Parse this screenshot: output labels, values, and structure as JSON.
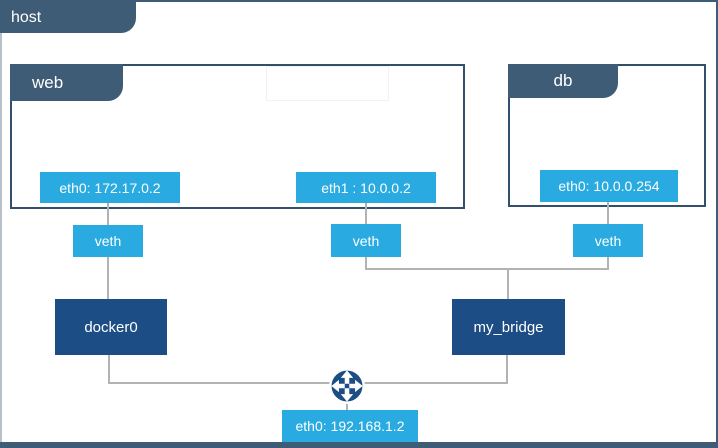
{
  "diagram": {
    "title": "docker-networking-topology",
    "host": {
      "label": "host",
      "interface": {
        "label": "eth0: 192.168.1.2"
      }
    },
    "containers": [
      {
        "id": "web",
        "label": "web",
        "interfaces": [
          {
            "label": "eth0: 172.17.0.2"
          },
          {
            "label": "eth1 : 10.0.0.2"
          }
        ]
      },
      {
        "id": "db",
        "label": "db",
        "interfaces": [
          {
            "label": "eth0: 10.0.0.254"
          }
        ]
      }
    ],
    "veths": [
      {
        "label": "veth"
      },
      {
        "label": "veth"
      },
      {
        "label": "veth"
      }
    ],
    "bridges": [
      {
        "label": "docker0"
      },
      {
        "label": "my_bridge"
      }
    ],
    "icons": {
      "router": "router-icon"
    },
    "colors": {
      "slate": "#3e5c76",
      "interface_blue": "#29abe2",
      "bridge_navy": "#1c4d85",
      "line_gray": "#b3b3b3",
      "text": "#ffffff"
    }
  }
}
